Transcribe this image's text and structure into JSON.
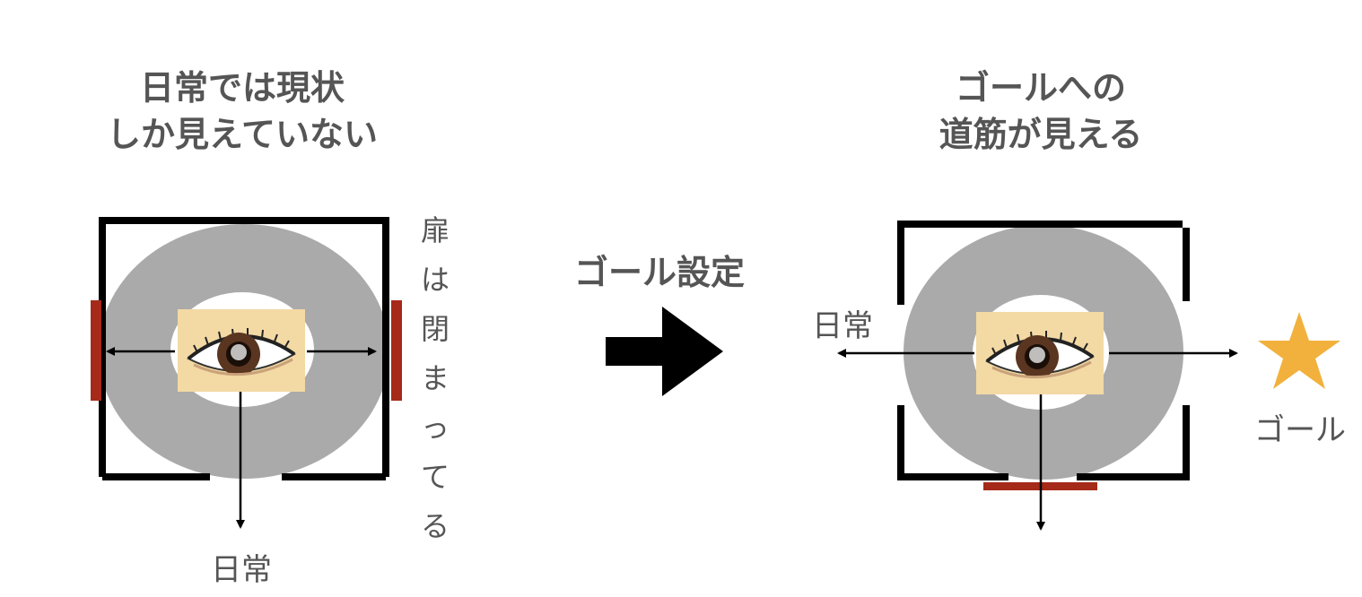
{
  "left": {
    "title_line1": "日常では現状",
    "title_line2": "しか見えていない",
    "vertical_label_chars": [
      "扉",
      "は",
      "閉",
      "ま",
      "っ",
      "て",
      "る"
    ],
    "bottom_label": "日常"
  },
  "middle": {
    "label": "ゴール設定"
  },
  "right": {
    "title_line1": "ゴールへの",
    "title_line2": "道筋が見える",
    "left_label": "日常",
    "goal_label": "ゴール"
  },
  "colors": {
    "text": "#555555",
    "frame": "#000000",
    "ring": "#aaaaaa",
    "door": "#a52a1a",
    "skin": "#f3d9a4",
    "star": "#f2b03c"
  },
  "icons": [
    "eye-icon",
    "star-icon",
    "arrow-right-icon"
  ]
}
